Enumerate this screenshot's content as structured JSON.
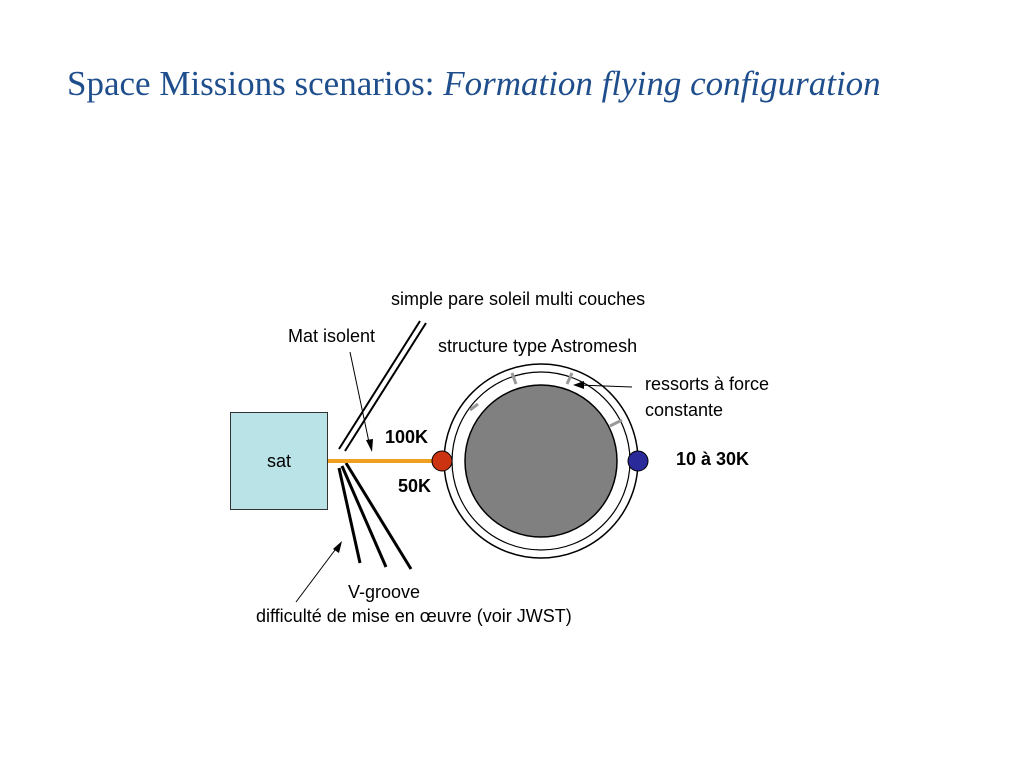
{
  "title": {
    "prefix": "Space Missions scenarios: ",
    "emphasis": "Formation flying configuration"
  },
  "diagram": {
    "sat_label": "sat",
    "label_sunshield": "simple pare soleil multi couches",
    "label_mat": "Mat isolent",
    "label_structure": "structure type Astromesh",
    "label_springs_line1": "ressorts à force",
    "label_springs_line2": "constante",
    "temp_100k": "100K",
    "temp_50k": "50K",
    "temp_10_30k": "10 à 30K",
    "label_vgroove": "V-groove",
    "label_difficulty": "difficulté de mise en œuvre (voir JWST)"
  },
  "colors": {
    "title": "#1f4e8c",
    "sat_fill": "#b9e3e6",
    "boom": "#f0a020",
    "red_node": "#cc3311",
    "blue_node": "#2a2a9a",
    "mirror": "#808080"
  }
}
